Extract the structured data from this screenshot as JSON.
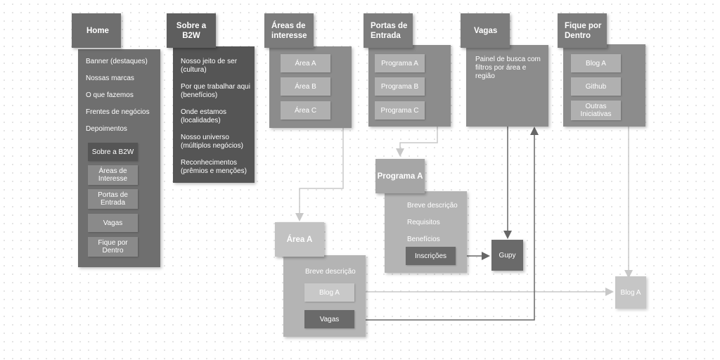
{
  "columns": {
    "home": {
      "title": "Home",
      "items": [
        "Banner (destaques)",
        "Nossas marcas",
        "O que fazemos",
        "Frentes de negócios",
        "Depoimentos"
      ],
      "buttons": [
        "Sobre a B2W",
        "Áreas de Interesse",
        "Portas de Entrada",
        "Vagas",
        "Fique por Dentro"
      ]
    },
    "sobre": {
      "title": "Sobre a B2W",
      "items": [
        "Nosso jeito de ser (cultura)",
        "Por que trabalhar aqui (benefícios)",
        "Onde estamos (localidades)",
        "Nosso universo (múltiplos negócios)",
        "Reconhecimentos (prêmios e menções)"
      ]
    },
    "areas": {
      "title": "Áreas de interesse",
      "buttons": [
        "Área A",
        "Área B",
        "Área C"
      ]
    },
    "portas": {
      "title": "Portas de Entrada",
      "buttons": [
        "Programa A",
        "Programa B",
        "Programa C"
      ]
    },
    "vagas": {
      "title": "Vagas",
      "text": "Painel de busca com filtros por área e região"
    },
    "fique": {
      "title": "Fique por Dentro",
      "buttons": [
        "Blog A",
        "Github",
        "Outras Iniciativas"
      ]
    }
  },
  "programa_detail": {
    "title": "Programa A",
    "items": [
      "Breve descrição",
      "Requisitos",
      "Benefícios"
    ],
    "button": "Inscrições"
  },
  "area_detail": {
    "title": "Área A",
    "item": "Breve descrição",
    "buttons": [
      "Blog A",
      "Vagas"
    ]
  },
  "gupy": "Gupy",
  "blog_target": "Blog A",
  "colors": {
    "header_dark": "#6e6e6e",
    "header_mid": "#8a8a8a",
    "panel_dark": "#6f6f6f",
    "panel_mid": "#8c8c8c",
    "panel_light": "#b4b4b4",
    "button_light": "#c6c6c6",
    "button_dark": "#6a6a6a",
    "connector": "#c8c8c8",
    "connector_dark": "#6a6a6a"
  }
}
